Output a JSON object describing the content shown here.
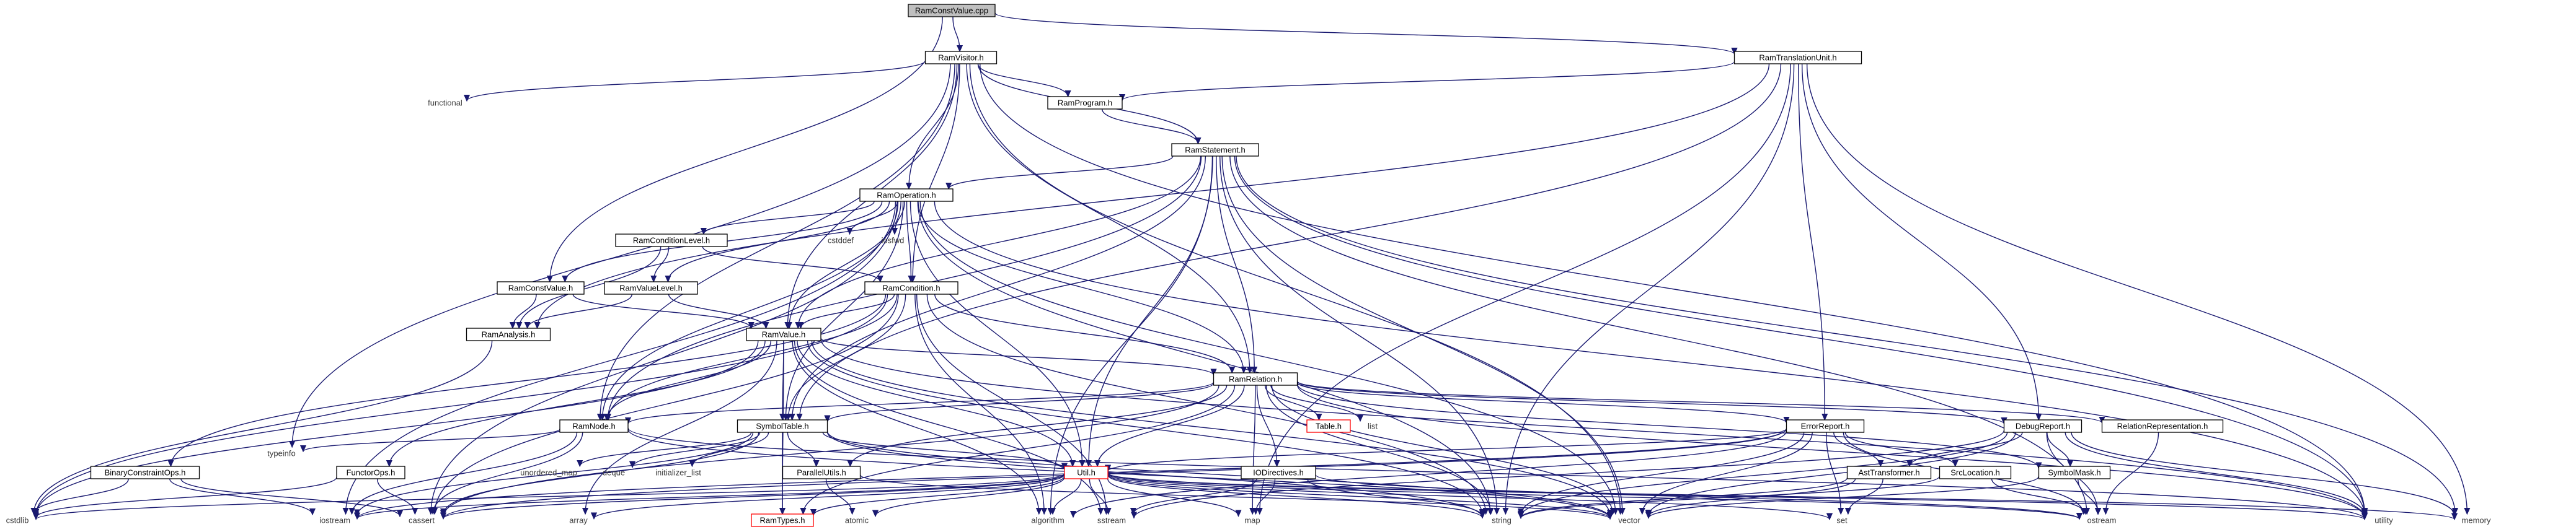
{
  "diagram": {
    "nodes": [
      {
        "id": "root",
        "label": "RamConstValue.cpp",
        "kind": "root"
      },
      {
        "id": "visitor",
        "label": "RamVisitor.h",
        "kind": "header"
      },
      {
        "id": "transunit",
        "label": "RamTranslationUnit.h",
        "kind": "header"
      },
      {
        "id": "functional",
        "label": "functional",
        "kind": "external"
      },
      {
        "id": "program",
        "label": "RamProgram.h",
        "kind": "header"
      },
      {
        "id": "statement",
        "label": "RamStatement.h",
        "kind": "header"
      },
      {
        "id": "operation",
        "label": "RamOperation.h",
        "kind": "header"
      },
      {
        "id": "cstddef",
        "label": "cstddef",
        "kind": "external"
      },
      {
        "id": "iosfwd",
        "label": "iosfwd",
        "kind": "external"
      },
      {
        "id": "condlevel",
        "label": "RamConditionLevel.h",
        "kind": "header"
      },
      {
        "id": "condition",
        "label": "RamCondition.h",
        "kind": "header"
      },
      {
        "id": "constvalue",
        "label": "RamConstValue.h",
        "kind": "header"
      },
      {
        "id": "valuelevel",
        "label": "RamValueLevel.h",
        "kind": "header"
      },
      {
        "id": "analysis",
        "label": "RamAnalysis.h",
        "kind": "header"
      },
      {
        "id": "value",
        "label": "RamValue.h",
        "kind": "header"
      },
      {
        "id": "relation",
        "label": "RamRelation.h",
        "kind": "header"
      },
      {
        "id": "node",
        "label": "RamNode.h",
        "kind": "header"
      },
      {
        "id": "symboltable",
        "label": "SymbolTable.h",
        "kind": "header"
      },
      {
        "id": "table",
        "label": "Table.h",
        "kind": "missing"
      },
      {
        "id": "list",
        "label": "list",
        "kind": "external"
      },
      {
        "id": "errorreport",
        "label": "ErrorReport.h",
        "kind": "header"
      },
      {
        "id": "debugreport",
        "label": "DebugReport.h",
        "kind": "header"
      },
      {
        "id": "relrep",
        "label": "RelationRepresentation.h",
        "kind": "header"
      },
      {
        "id": "binconst",
        "label": "BinaryConstraintOps.h",
        "kind": "header"
      },
      {
        "id": "typeinfo",
        "label": "typeinfo",
        "kind": "external"
      },
      {
        "id": "functorops",
        "label": "FunctorOps.h",
        "kind": "header"
      },
      {
        "id": "unordered_map",
        "label": "unordered_map",
        "kind": "external"
      },
      {
        "id": "deque",
        "label": "deque",
        "kind": "external"
      },
      {
        "id": "initializer_list",
        "label": "initializer_list",
        "kind": "external"
      },
      {
        "id": "parallelutils",
        "label": "ParallelUtils.h",
        "kind": "header"
      },
      {
        "id": "util",
        "label": "Util.h",
        "kind": "missing"
      },
      {
        "id": "iodirectives",
        "label": "IODirectives.h",
        "kind": "header"
      },
      {
        "id": "asttransformer",
        "label": "AstTransformer.h",
        "kind": "header"
      },
      {
        "id": "srclocation",
        "label": "SrcLocation.h",
        "kind": "header"
      },
      {
        "id": "symbolmask",
        "label": "SymbolMask.h",
        "kind": "header"
      },
      {
        "id": "cstdlib",
        "label": "cstdlib",
        "kind": "external"
      },
      {
        "id": "iostream",
        "label": "iostream",
        "kind": "external"
      },
      {
        "id": "cassert",
        "label": "cassert",
        "kind": "external"
      },
      {
        "id": "array",
        "label": "array",
        "kind": "external"
      },
      {
        "id": "ramtypes",
        "label": "RamTypes.h",
        "kind": "missing"
      },
      {
        "id": "atomic",
        "label": "atomic",
        "kind": "external"
      },
      {
        "id": "algorithm",
        "label": "algorithm",
        "kind": "external"
      },
      {
        "id": "sstream",
        "label": "sstream",
        "kind": "external"
      },
      {
        "id": "map",
        "label": "map",
        "kind": "external"
      },
      {
        "id": "string",
        "label": "string",
        "kind": "external"
      },
      {
        "id": "vector",
        "label": "vector",
        "kind": "external"
      },
      {
        "id": "set",
        "label": "set",
        "kind": "external"
      },
      {
        "id": "ostream",
        "label": "ostream",
        "kind": "external"
      },
      {
        "id": "utility",
        "label": "utility",
        "kind": "external"
      },
      {
        "id": "memory",
        "label": "memory",
        "kind": "external"
      }
    ],
    "edges": [
      [
        "root",
        "visitor"
      ],
      [
        "root",
        "transunit"
      ],
      [
        "root",
        "constvalue"
      ],
      [
        "visitor",
        "functional"
      ],
      [
        "visitor",
        "program"
      ],
      [
        "visitor",
        "statement"
      ],
      [
        "visitor",
        "operation"
      ],
      [
        "visitor",
        "condition"
      ],
      [
        "visitor",
        "value"
      ],
      [
        "visitor",
        "relation"
      ],
      [
        "visitor",
        "node"
      ],
      [
        "visitor",
        "typeinfo"
      ],
      [
        "visitor",
        "vector"
      ],
      [
        "visitor",
        "utility"
      ],
      [
        "transunit",
        "program"
      ],
      [
        "transunit",
        "analysis"
      ],
      [
        "transunit",
        "errorreport"
      ],
      [
        "transunit",
        "debugreport"
      ],
      [
        "transunit",
        "symboltable"
      ],
      [
        "transunit",
        "map"
      ],
      [
        "transunit",
        "string"
      ],
      [
        "transunit",
        "memory"
      ],
      [
        "program",
        "statement"
      ],
      [
        "statement",
        "operation"
      ],
      [
        "statement",
        "relation"
      ],
      [
        "statement",
        "node"
      ],
      [
        "statement",
        "value"
      ],
      [
        "statement",
        "symboltable"
      ],
      [
        "statement",
        "util"
      ],
      [
        "statement",
        "algorithm"
      ],
      [
        "statement",
        "string"
      ],
      [
        "statement",
        "vector"
      ],
      [
        "statement",
        "ostream"
      ],
      [
        "statement",
        "utility"
      ],
      [
        "statement",
        "memory"
      ],
      [
        "operation",
        "condlevel"
      ],
      [
        "operation",
        "condition"
      ],
      [
        "operation",
        "constvalue"
      ],
      [
        "operation",
        "valuelevel"
      ],
      [
        "operation",
        "value"
      ],
      [
        "operation",
        "relation"
      ],
      [
        "operation",
        "node"
      ],
      [
        "operation",
        "cstddef"
      ],
      [
        "operation",
        "iosfwd"
      ],
      [
        "operation",
        "util"
      ],
      [
        "operation",
        "iostream"
      ],
      [
        "operation",
        "cassert"
      ],
      [
        "operation",
        "string"
      ],
      [
        "operation",
        "vector"
      ],
      [
        "operation",
        "utility"
      ],
      [
        "operation",
        "symboltable"
      ],
      [
        "condlevel",
        "analysis"
      ],
      [
        "condlevel",
        "condition"
      ],
      [
        "condlevel",
        "valuelevel"
      ],
      [
        "condition",
        "value"
      ],
      [
        "condition",
        "relation"
      ],
      [
        "condition",
        "node"
      ],
      [
        "condition",
        "symboltable"
      ],
      [
        "condition",
        "binconst"
      ],
      [
        "condition",
        "cstdlib"
      ],
      [
        "condition",
        "algorithm"
      ],
      [
        "condition",
        "sstream"
      ],
      [
        "condition",
        "string"
      ],
      [
        "condition",
        "cassert"
      ],
      [
        "constvalue",
        "analysis"
      ],
      [
        "constvalue",
        "value"
      ],
      [
        "valuelevel",
        "analysis"
      ],
      [
        "valuelevel",
        "value"
      ],
      [
        "analysis",
        "cstdlib"
      ],
      [
        "value",
        "relation"
      ],
      [
        "value",
        "node"
      ],
      [
        "value",
        "symboltable"
      ],
      [
        "value",
        "functorops"
      ],
      [
        "value",
        "ramtypes"
      ],
      [
        "value",
        "util"
      ],
      [
        "value",
        "algorithm"
      ],
      [
        "value",
        "sstream"
      ],
      [
        "value",
        "string"
      ],
      [
        "value",
        "vector"
      ],
      [
        "value",
        "array"
      ],
      [
        "value",
        "cstdlib"
      ],
      [
        "value",
        "utility"
      ],
      [
        "relation",
        "node"
      ],
      [
        "relation",
        "symboltable"
      ],
      [
        "relation",
        "table"
      ],
      [
        "relation",
        "list"
      ],
      [
        "relation",
        "parallelutils"
      ],
      [
        "relation",
        "util"
      ],
      [
        "relation",
        "iodirectives"
      ],
      [
        "relation",
        "relrep"
      ],
      [
        "relation",
        "debugreport"
      ],
      [
        "relation",
        "errorreport"
      ],
      [
        "relation",
        "ramtypes"
      ],
      [
        "relation",
        "map"
      ],
      [
        "relation",
        "string"
      ],
      [
        "relation",
        "vector"
      ],
      [
        "relation",
        "utility"
      ],
      [
        "relation",
        "cassert"
      ],
      [
        "relation",
        "symbolmask"
      ],
      [
        "node",
        "typeinfo"
      ],
      [
        "node",
        "cassert"
      ],
      [
        "node",
        "iostream"
      ],
      [
        "node",
        "vector"
      ],
      [
        "node",
        "utility"
      ],
      [
        "symboltable",
        "unordered_map"
      ],
      [
        "symboltable",
        "deque"
      ],
      [
        "symboltable",
        "initializer_list"
      ],
      [
        "symboltable",
        "parallelutils"
      ],
      [
        "symboltable",
        "util"
      ],
      [
        "symboltable",
        "ramtypes"
      ],
      [
        "symboltable",
        "iostream"
      ],
      [
        "symboltable",
        "cassert"
      ],
      [
        "symboltable",
        "string"
      ],
      [
        "symboltable",
        "vector"
      ],
      [
        "errorreport",
        "asttransformer"
      ],
      [
        "errorreport",
        "srclocation"
      ],
      [
        "errorreport",
        "util"
      ],
      [
        "errorreport",
        "algorithm"
      ],
      [
        "errorreport",
        "string"
      ],
      [
        "errorreport",
        "vector"
      ],
      [
        "errorreport",
        "set"
      ],
      [
        "errorreport",
        "ostream"
      ],
      [
        "errorreport",
        "iostream"
      ],
      [
        "errorreport",
        "cassert"
      ],
      [
        "debugreport",
        "asttransformer"
      ],
      [
        "debugreport",
        "symbolmask"
      ],
      [
        "debugreport",
        "string"
      ],
      [
        "debugreport",
        "vector"
      ],
      [
        "debugreport",
        "ostream"
      ],
      [
        "debugreport",
        "sstream"
      ],
      [
        "debugreport",
        "utility"
      ],
      [
        "debugreport",
        "memory"
      ],
      [
        "relrep",
        "ostream"
      ],
      [
        "binconst",
        "cstdlib"
      ],
      [
        "binconst",
        "iostream"
      ],
      [
        "binconst",
        "cassert"
      ],
      [
        "functorops",
        "cstdlib"
      ],
      [
        "functorops",
        "cassert"
      ],
      [
        "parallelutils",
        "atomic"
      ],
      [
        "parallelutils",
        "vector"
      ],
      [
        "util",
        "cstdlib"
      ],
      [
        "util",
        "iostream"
      ],
      [
        "util",
        "cassert"
      ],
      [
        "util",
        "array"
      ],
      [
        "util",
        "ramtypes"
      ],
      [
        "util",
        "atomic"
      ],
      [
        "util",
        "algorithm"
      ],
      [
        "util",
        "sstream"
      ],
      [
        "util",
        "map"
      ],
      [
        "util",
        "string"
      ],
      [
        "util",
        "vector"
      ],
      [
        "util",
        "set"
      ],
      [
        "util",
        "ostream"
      ],
      [
        "util",
        "utility"
      ],
      [
        "util",
        "memory"
      ],
      [
        "iodirectives",
        "map"
      ],
      [
        "iodirectives",
        "sstream"
      ],
      [
        "iodirectives",
        "string"
      ],
      [
        "iodirectives",
        "ostream"
      ],
      [
        "asttransformer",
        "string"
      ],
      [
        "asttransformer",
        "vector"
      ],
      [
        "asttransformer",
        "set"
      ],
      [
        "srclocation",
        "string"
      ],
      [
        "srclocation",
        "ostream"
      ],
      [
        "symbolmask",
        "ostream"
      ],
      [
        "symbolmask",
        "vector"
      ]
    ]
  }
}
